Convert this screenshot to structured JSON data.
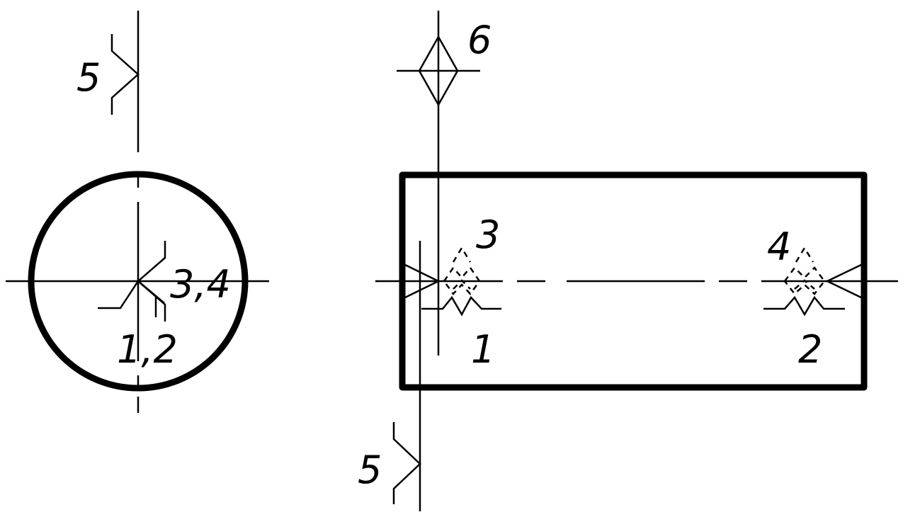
{
  "labels": {
    "base_left_view": "5",
    "base_front_view": "5",
    "center_axis": "6",
    "left_view_center_holes": "3,4",
    "left_view_chucks": "1,2",
    "left_center": "3",
    "right_center": "4",
    "left_chuck": "1",
    "right_chuck": "2"
  }
}
